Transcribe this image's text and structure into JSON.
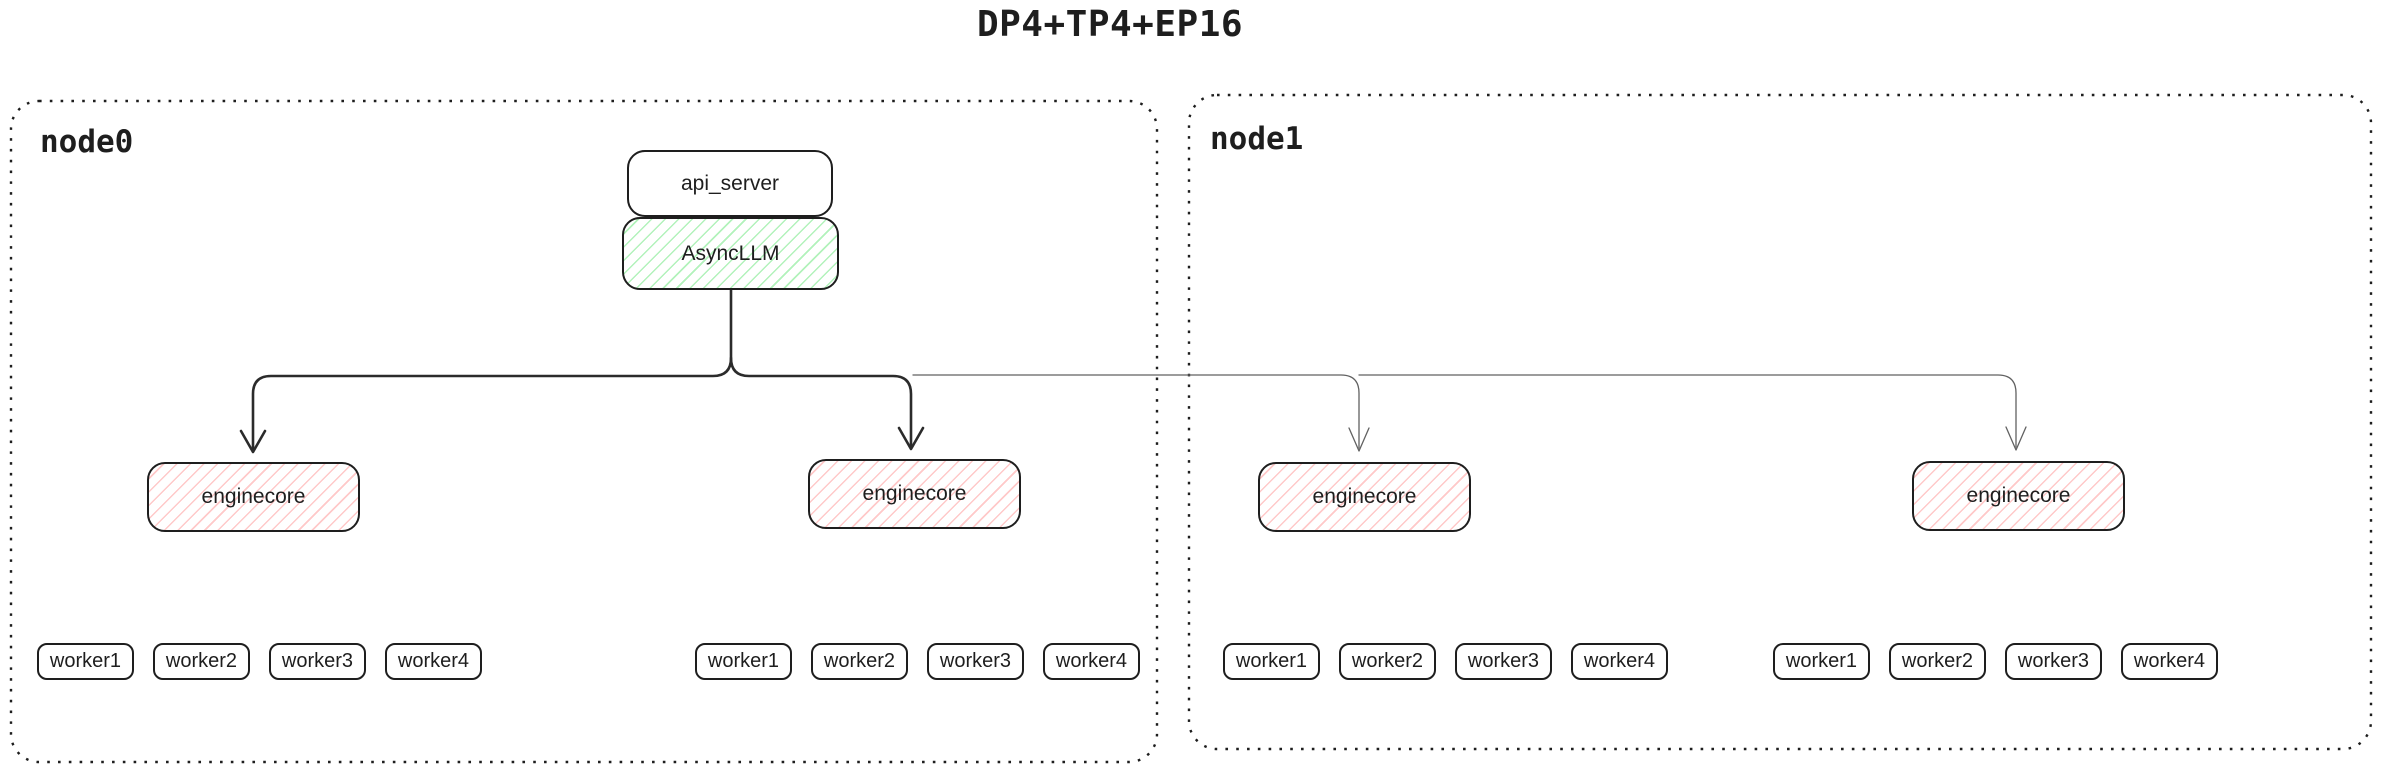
{
  "title": "DP4+TP4+EP16",
  "colors": {
    "ink": "#1e1e1e",
    "box_border": "#1e1e1e",
    "thick_arrow": "#2b2b2b",
    "thin_arrow": "#616161",
    "green_hatch": "#b2f2bb",
    "red_hatch": "#ffc9c9",
    "background": "#ffffff"
  },
  "nodes": [
    {
      "label": "node0",
      "api_server_label": "api_server",
      "asyncllm_label": "AsyncLLM",
      "enginecores": [
        "enginecore",
        "enginecore"
      ],
      "worker_groups": [
        [
          "worker1",
          "worker2",
          "worker3",
          "worker4"
        ],
        [
          "worker1",
          "worker2",
          "worker3",
          "worker4"
        ]
      ]
    },
    {
      "label": "node1",
      "enginecores": [
        "enginecore",
        "enginecore"
      ],
      "worker_groups": [
        [
          "worker1",
          "worker2",
          "worker3",
          "worker4"
        ],
        [
          "worker1",
          "worker2",
          "worker3",
          "worker4"
        ]
      ]
    }
  ],
  "edges": [
    {
      "from": "AsyncLLM",
      "to": "node0 enginecore 1",
      "style": "thick-dark"
    },
    {
      "from": "AsyncLLM",
      "to": "node0 enginecore 2",
      "style": "thick-dark"
    },
    {
      "from": "AsyncLLM",
      "to": "node1 enginecore 1",
      "style": "thin-gray"
    },
    {
      "from": "AsyncLLM",
      "to": "node1 enginecore 2",
      "style": "thin-gray"
    }
  ]
}
